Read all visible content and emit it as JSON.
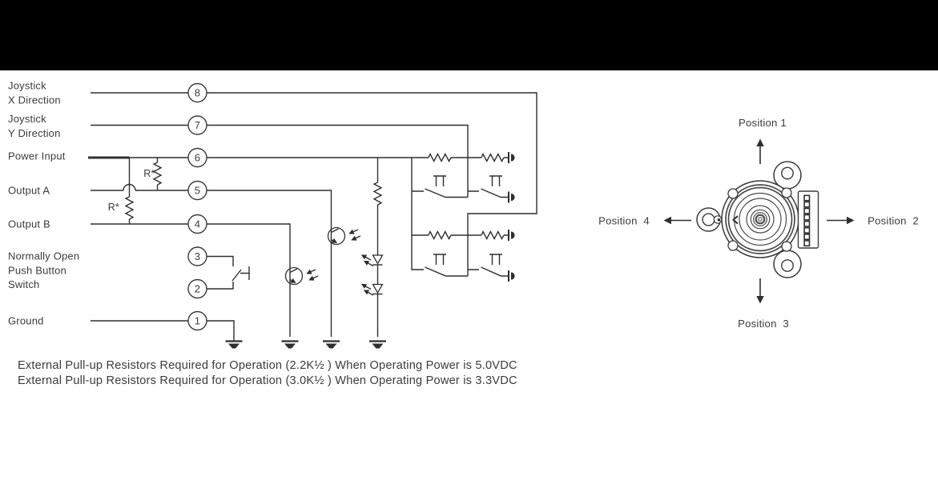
{
  "schematic": {
    "rows": [
      {
        "pin": "8",
        "labels": [
          "Joystick",
          "X Direction"
        ]
      },
      {
        "pin": "7",
        "labels": [
          "Joystick",
          "Y Direction"
        ]
      },
      {
        "pin": "6",
        "labels": [
          "Power Input"
        ]
      },
      {
        "pin": "5",
        "labels": [
          "Output A"
        ]
      },
      {
        "pin": "4",
        "labels": [
          "Output B"
        ]
      },
      {
        "pin": "3",
        "labels": []
      },
      {
        "pin": "2",
        "labels": []
      },
      {
        "pin": "1",
        "labels": [
          "Ground"
        ]
      }
    ],
    "switch_label": [
      "Normally Open",
      "Push Button",
      "Switch"
    ],
    "pullup_label": "R*",
    "notes": [
      "External Pull-up Resistors Required for Operation (2.2K½ ) When Operating Power is 5.0VDC",
      "External Pull-up Resistors Required for Operation (3.0K½ ) When Operating Power is 3.3VDC"
    ]
  },
  "positions": {
    "p1": "Position 1",
    "p2": "Position  2",
    "p3": "Position  3",
    "p4": "Position  4"
  },
  "colors": {
    "bar": "#000000",
    "line": "#2f2f2f",
    "text": "#3b3b3b"
  }
}
